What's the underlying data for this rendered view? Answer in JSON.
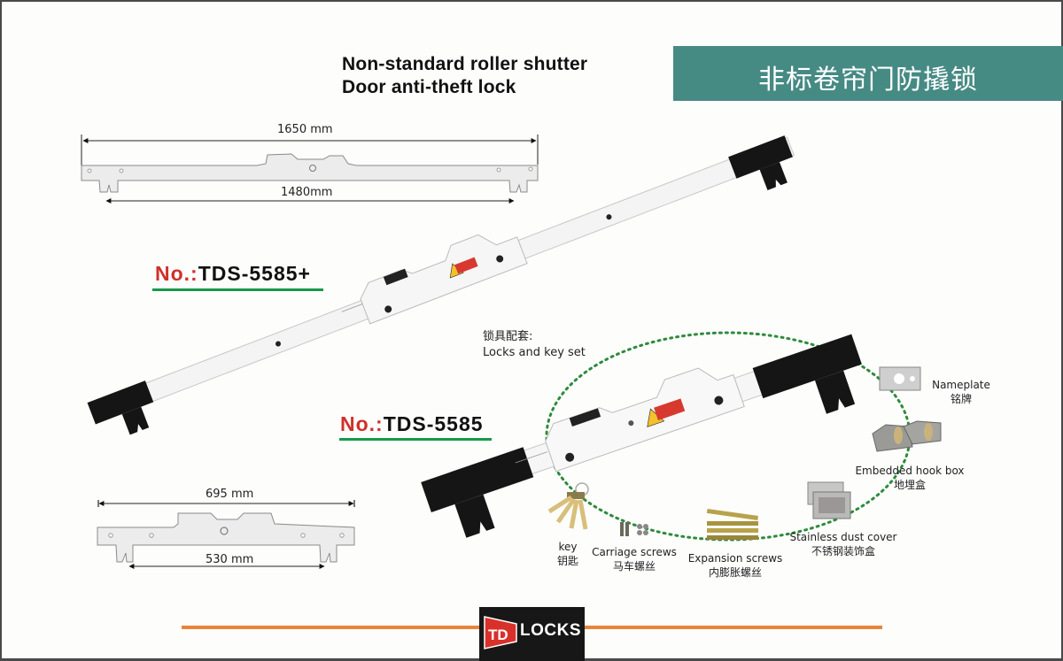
{
  "header": {
    "title_en_line1": "Non-standard roller shutter",
    "title_en_line2": "Door anti-theft lock",
    "title_cn": "非标卷帘门防撬锁",
    "accent_color": "#468a84"
  },
  "diagrams": {
    "long": {
      "overall": "1650 mm",
      "inner": "1480mm"
    },
    "short": {
      "overall": "695 mm",
      "inner": "530 mm"
    }
  },
  "products": [
    {
      "prefix": "No.:",
      "model": "TDS-5585+"
    },
    {
      "prefix": "No.:",
      "model": "TDS-5585"
    }
  ],
  "accessories": {
    "heading_cn": "锁具配套:",
    "heading_en": "Locks and key set",
    "items": [
      {
        "en": "Nameplate",
        "cn": "铭牌"
      },
      {
        "en": "Embedded hook box",
        "cn": "地埋盒"
      },
      {
        "en": "Stainless dust cover",
        "cn": "不锈钢装饰盒"
      },
      {
        "en": "Expansion screws",
        "cn": "内膨胀螺丝"
      },
      {
        "en": "Carriage screws",
        "cn": "马车螺丝"
      },
      {
        "en": "key",
        "cn": "钥匙"
      }
    ]
  },
  "footer": {
    "logo_mark": "TD",
    "logo_text": "LOCKS",
    "line_color": "#e8843a"
  }
}
